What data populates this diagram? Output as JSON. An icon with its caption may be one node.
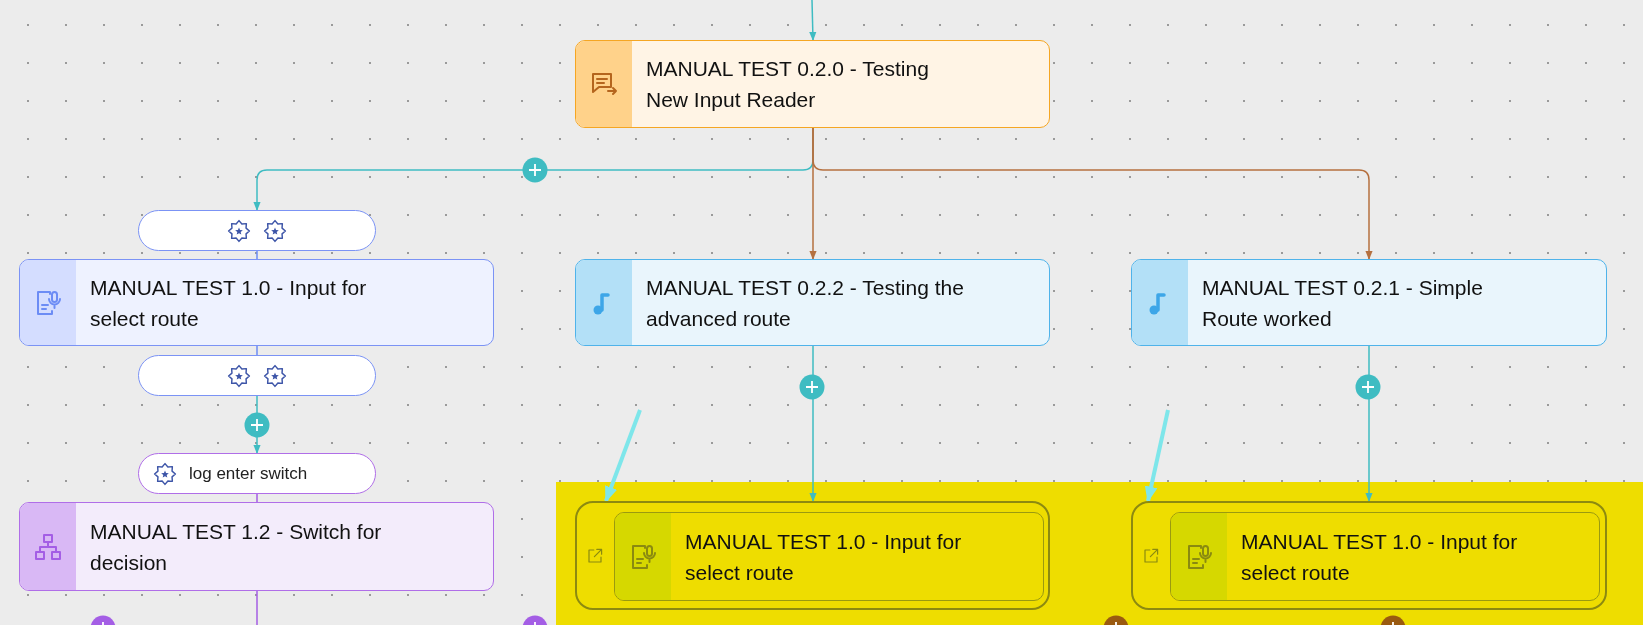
{
  "diagram": {
    "nodes": [
      {
        "text": [
          "MANUAL TEST 0.2.0 - Testing New Input Reader"
        ]
      },
      {
        "text": [],
        "shape": "box"
      },
      {
        "text": [
          "MANUAL TEST 1.0 - Input for select route"
        ]
      },
      {
        "text": [],
        "shape": "box"
      },
      {
        "text": [
          "log enter switch"
        ]
      },
      {
        "text": [
          "MANUAL TEST 1.2 - Switch for decision"
        ]
      },
      {
        "text": [
          "MANUAL TEST 0.2.2 - Testing the advanced route"
        ]
      },
      {
        "text": [
          "MANUAL TEST 0.2.1 - Simple Route worked"
        ]
      },
      {
        "text": [],
        "shape": "box"
      },
      {
        "text": [
          "MANUAL TEST 1.0 - Input for select route"
        ],
        "in": 8
      },
      {
        "text": [],
        "shape": "box"
      },
      {
        "text": [
          "MANUAL TEST 1.0 - Input for select route"
        ],
        "in": 10
      }
    ],
    "edges": [
      {
        "from": null,
        "to": 0,
        "arrow": "to"
      },
      {
        "from": 0,
        "to": 1,
        "arrow": "to"
      },
      {
        "from": 0,
        "to": 6,
        "arrow": "to",
        "color": "#b5703f"
      },
      {
        "from": 0,
        "to": 7,
        "arrow": "to",
        "color": "#b5703f"
      },
      {
        "from": 1,
        "to": 2,
        "arrow": "none",
        "color": "#6c8cf5"
      },
      {
        "from": 2,
        "to": 3,
        "arrow": "none",
        "color": "#6c8cf5"
      },
      {
        "from": 3,
        "to": 4,
        "arrow": "to"
      },
      {
        "from": 4,
        "to": 5,
        "arrow": "none",
        "color": "#a45ee5"
      },
      {
        "from": 5,
        "to": null,
        "arrow": "none",
        "color": "#a45ee5"
      },
      {
        "from": 6,
        "to": 8,
        "arrow": "to"
      },
      {
        "from": 7,
        "to": 10,
        "arrow": "to"
      },
      {
        "from": null,
        "to": 8,
        "arrow": "to",
        "style": "thick",
        "color": "#7ee6ea"
      },
      {
        "from": null,
        "to": 10,
        "arrow": "to",
        "style": "thick",
        "color": "#7ee6ea"
      }
    ]
  }
}
